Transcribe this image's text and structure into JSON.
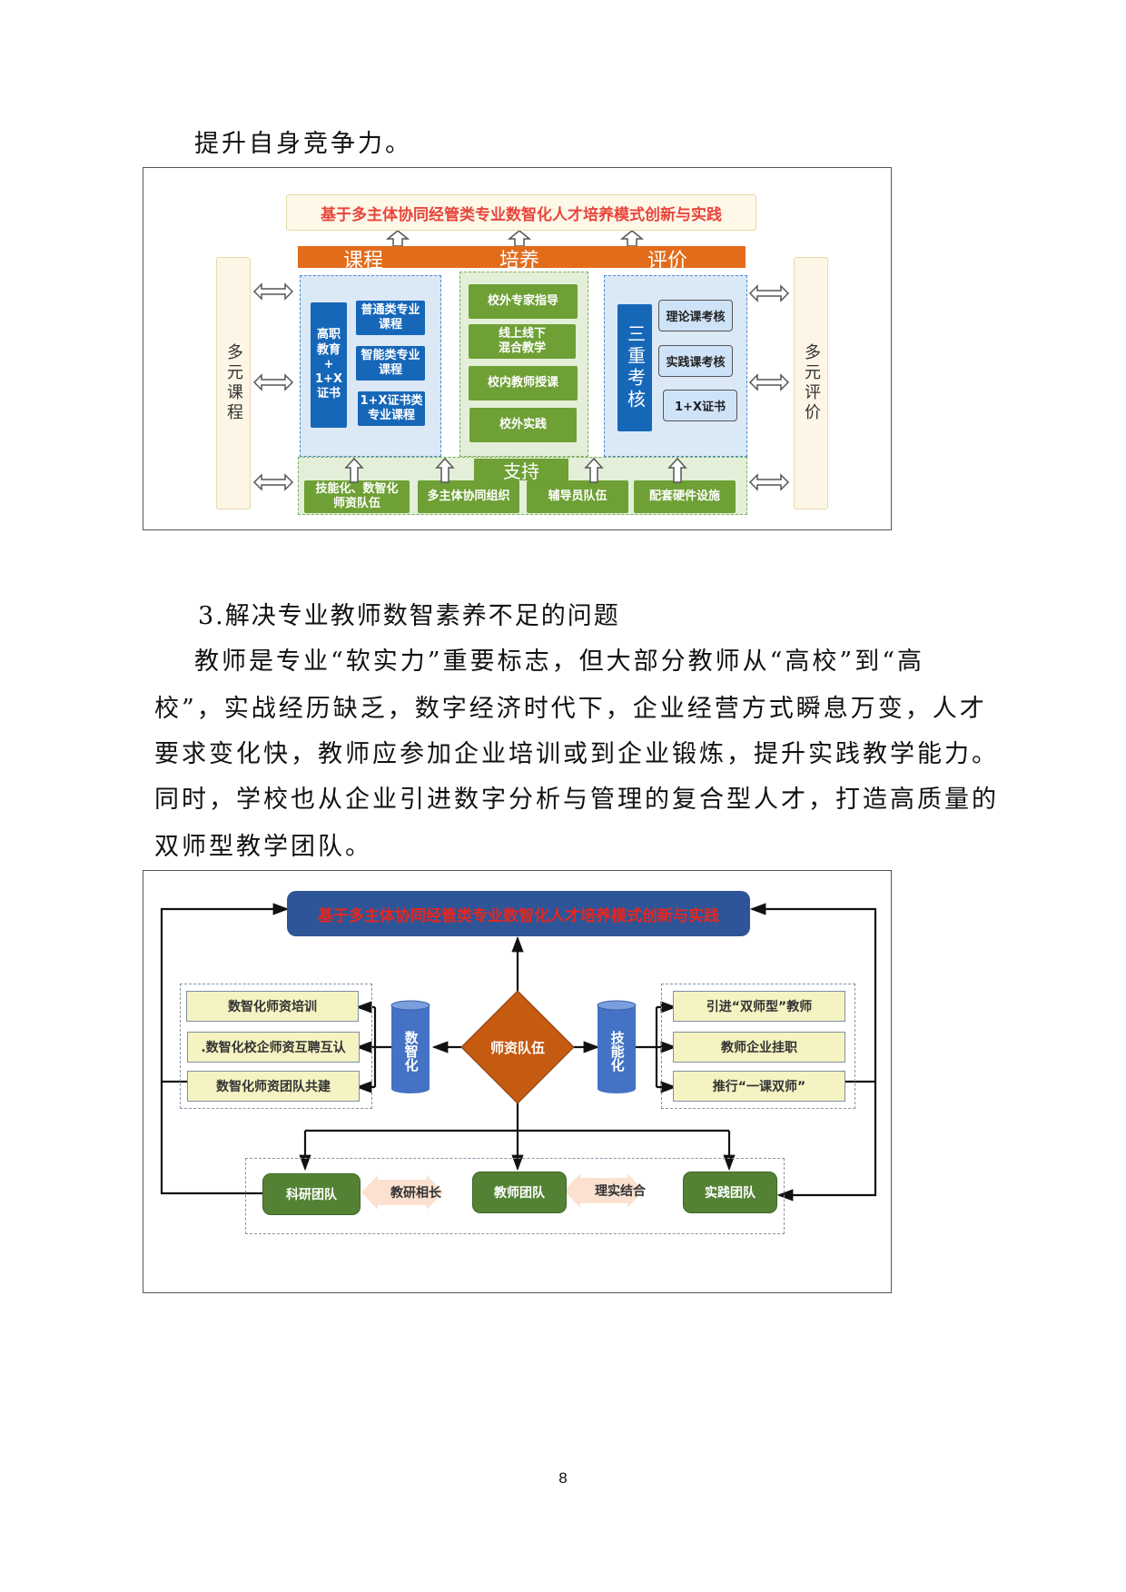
{
  "page": {
    "intro_line": "提升自身竞争力。",
    "section_heading": "3.解决专业教师数智素养不足的问题",
    "paragraph_lines": [
      "教师是专业“软实力”重要标志，但大部分教师从“高校”到“高",
      "校”，实战经历缺乏，数字经济时代下，企业经营方式瞬息万变，人才",
      "要求变化快，教师应参加企业培训或到企业锻炼，提升实践教学能力。",
      "同时，学校也从企业引进数字分析与管理的复合型人才，打造高质量的",
      "双师型教学团队。"
    ],
    "page_number": "8"
  },
  "figure1": {
    "title": "基于多主体协同经管类专业数智化人才培养模式创新与实践",
    "bar_labels": [
      "课程",
      "培养",
      "评价"
    ],
    "left_side": "多元课程",
    "right_side": "多元评价",
    "course": {
      "main": [
        "高职",
        "教育",
        "+",
        "1+X",
        "证书"
      ],
      "items": [
        [
          "普通类专业",
          "课程"
        ],
        [
          "智能类专业",
          "课程"
        ],
        [
          "1+X证书类",
          "专业课程"
        ]
      ]
    },
    "training": {
      "items": [
        [
          "校外专家指导"
        ],
        [
          "线上线下",
          "混合教学"
        ],
        [
          "校内教师授课"
        ],
        [
          "校外实践"
        ]
      ]
    },
    "evaluation": {
      "main": "三重考核",
      "items": [
        "理论课考核",
        "实践课考核",
        "1+X证书"
      ]
    },
    "support": {
      "title": "支持",
      "items": [
        [
          "技能化、数智化",
          "师资队伍"
        ],
        [
          "多主体协同组织"
        ],
        [
          "辅导员队伍"
        ],
        [
          "配套硬件设施"
        ]
      ]
    },
    "colors": {
      "orange": "#e36c1b",
      "blue": "#1767b9",
      "green": "#6ea035",
      "title_red": "#e8453c"
    }
  },
  "figure2": {
    "title": "基于多主体协同经管类专业数智化人才培养模式创新与实践",
    "center": "师资队伍",
    "left_cylinder": "数智化",
    "right_cylinder": "技能化",
    "left_items": [
      "数智化师资培训",
      ".数智化校企师资互聘互认",
      "数智化师资团队共建"
    ],
    "right_items": [
      "引进“双师型”教师",
      "教师企业挂职",
      "推行“一课双师”"
    ],
    "teams": [
      "科研团队",
      "教师团队",
      "实践团队"
    ],
    "team_links": [
      "教研相长",
      "理实结合"
    ],
    "colors": {
      "title_bg": "#2e5597",
      "diamond": "#c55a11",
      "cylinder": "#4472c4",
      "team_green": "#548235",
      "yellow": "#f5f3c2"
    }
  }
}
